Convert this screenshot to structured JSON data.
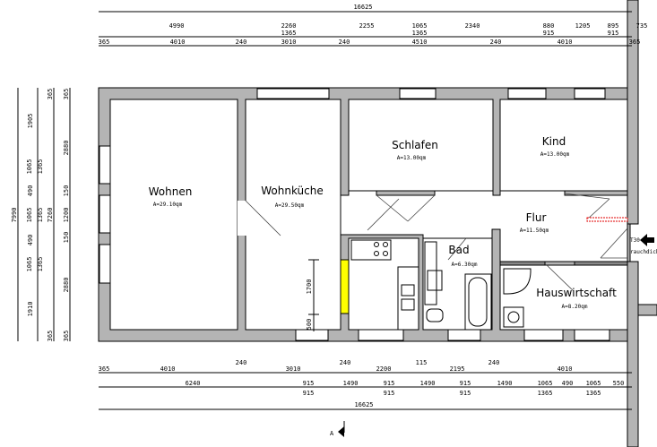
{
  "plan": {
    "rooms": [
      {
        "name": "Wohnen",
        "area": "A=29.10qm"
      },
      {
        "name": "Wohnküche",
        "area": "A=29.50qm"
      },
      {
        "name": "Schlafen",
        "area": "A=13.00qm"
      },
      {
        "name": "Kind",
        "area": "A=13.00qm"
      },
      {
        "name": "Flur",
        "area": "A=11.50qm"
      },
      {
        "name": "Bad",
        "area": "A=6.30qm"
      },
      {
        "name": "Hauswirtschaft",
        "area": "A=8.20qm"
      }
    ],
    "door_note": {
      "line1": "T30",
      "line2": "rauchdicht"
    },
    "kitchen_dims": [
      "1700",
      "500"
    ],
    "highlight_color": "#ffff00",
    "wall_color": "#b4b4b4"
  },
  "dimensions": {
    "top_total": "16625",
    "top_row1": [
      "4990",
      "2260",
      "2255",
      "1065",
      "2340",
      "880",
      "1205",
      "895",
      "735"
    ],
    "top_row1_sub": [
      "1365",
      "1365",
      "915",
      "915"
    ],
    "top_row2": [
      "365",
      "4010",
      "240",
      "3010",
      "240",
      "4510",
      "240",
      "4010",
      "365"
    ],
    "bottom_row1": [
      "365",
      "4010",
      "240",
      "3010",
      "240",
      "2200",
      "115",
      "2195",
      "240",
      "4010"
    ],
    "bottom_row2": [
      "6240",
      "915",
      "1490",
      "915",
      "1490",
      "915",
      "1490",
      "1065",
      "490",
      "1065",
      "550"
    ],
    "bottom_row2_sub": [
      "915",
      "915",
      "915",
      "1365",
      "1365"
    ],
    "bottom_total": "16625",
    "left_col1": [
      "7990"
    ],
    "left_col2": [
      "1905",
      "1065",
      "1365",
      "490",
      "1065",
      "1365",
      "490",
      "1065",
      "1365",
      "1910"
    ],
    "left_col3": [
      "365",
      "7260",
      "365"
    ],
    "left_col4": [
      "365",
      "2880",
      "150",
      "1200",
      "150",
      "2880",
      "365"
    ],
    "section_marker": "A"
  }
}
